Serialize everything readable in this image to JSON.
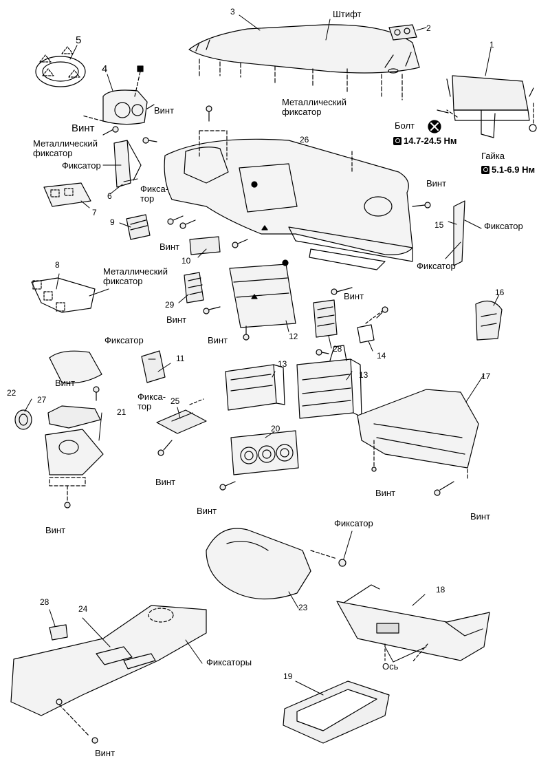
{
  "labels": {
    "pin": "Штифт",
    "metal_clip_top": "Металлический\nфиксатор",
    "screw_4": "Винт",
    "screw_4b": "Винт",
    "metal_clip_6": "Металлический\nфиксатор",
    "clip_6": "Фиксатор",
    "clip_6b": "Фикса-\nтор",
    "bolt": "Болт",
    "bolt_torque": "14.7-24.5 Нм",
    "nut": "Гайка",
    "nut_torque": "5.1-6.9 Нм",
    "screw_26": "Винт",
    "clip_15a": "Фиксатор",
    "clip_15b": "Фиксатор",
    "screw_9": "Винт",
    "metal_clip_8": "Металлический\nфиксатор",
    "screw_12": "Винт",
    "screw_29": "Винт",
    "screw_12b": "Винт",
    "clip_11": "Фиксатор",
    "clip_11b": "Фикса-\nтор",
    "screw_21": "Винт",
    "screw_21b": "Винт",
    "screw_25": "Винт",
    "screw_20": "Винт",
    "screw_17a": "Винт",
    "screw_17b": "Винт",
    "clip_23": "Фиксатор",
    "clips_24": "Фиксаторы",
    "axis_18": "Ось",
    "screw_24": "Винт"
  },
  "numbers": {
    "n1": "1",
    "n2": "2",
    "n3": "3",
    "n4": "4",
    "n5": "5",
    "n6": "6",
    "n7": "7",
    "n8": "8",
    "n9": "9",
    "n10": "10",
    "n11": "11",
    "n12": "12",
    "n13a": "13",
    "n13b": "13",
    "n14": "14",
    "n15": "15",
    "n16": "16",
    "n17": "17",
    "n18": "18",
    "n19": "19",
    "n20": "20",
    "n21": "21",
    "n22": "22",
    "n23": "23",
    "n24": "24",
    "n25": "25",
    "n26": "26",
    "n27": "27",
    "n28a": "28",
    "n28b": "28",
    "n29": "29"
  }
}
